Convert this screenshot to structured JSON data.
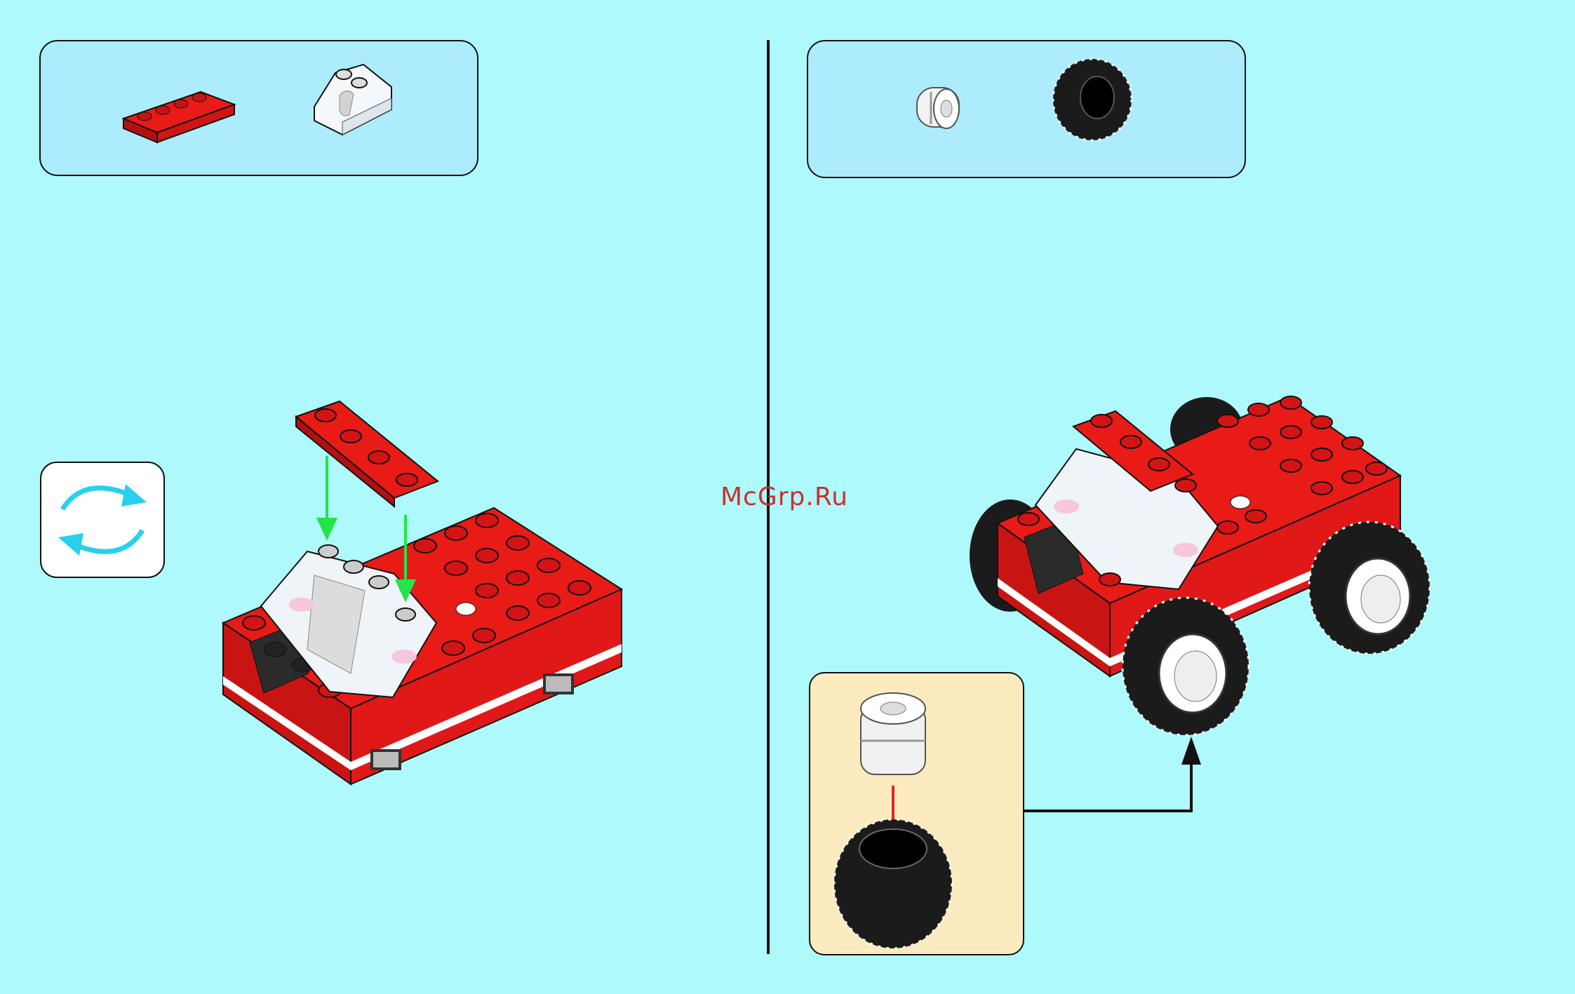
{
  "watermark": "McGrp.Ru",
  "colors": {
    "background": "#aef9fb",
    "parts_box": "#acecfd",
    "subassembly_box": "#fdebc0",
    "brick_red": "#e81b17",
    "tire_black": "#1b1b1b",
    "assembly_arrow_green": "#23e44a",
    "assembly_arrow_red": "#e0242a",
    "rotate_arrow_cyan": "#28d0ee"
  },
  "steps": [
    {
      "parts": [
        {
          "icon": "red-plate-1x4-icon"
        },
        {
          "icon": "transparent-slope-brick-icon"
        }
      ],
      "action": "rotate-model"
    },
    {
      "parts": [
        {
          "icon": "white-wheel-rim-icon"
        },
        {
          "icon": "black-tire-icon"
        }
      ],
      "action": "attach-wheels"
    }
  ]
}
